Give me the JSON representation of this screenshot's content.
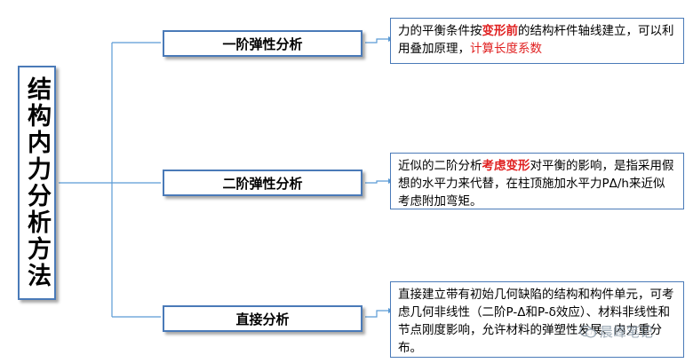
{
  "root": {
    "label": "结构内力分析方法"
  },
  "methods": [
    {
      "label": "一阶弹性分析"
    },
    {
      "label": "二阶弹性分析"
    },
    {
      "label": "直接分析"
    }
  ],
  "descriptions": [
    {
      "p1": "力的平衡条件按",
      "h1": "变形前",
      "p2": "的结构杆件轴线建立，可以利用叠加原理，",
      "h2": "计算长度系数"
    },
    {
      "p1": "近似的二阶分析",
      "h1": "考虑变形",
      "p2": "对平衡的影响，是指采用假想的水平力来代替，在柱顶施加水平力PΔ/h来近似考虑附加弯矩。"
    },
    {
      "text": "直接建立带有初始几何缺陷的结构和构件单元，可考虑几何非线性（二阶P-Δ和P-δ效应）、材料非线性和节点刚度影响，允许材料的弹塑性发展、内力重分布。"
    }
  ],
  "watermark": {
    "text": "晨峰笔记",
    "icon": "wechat-icon"
  },
  "colors": {
    "line": "#5b9bd5",
    "border": "#4a7ab8",
    "highlight": "#e02020"
  }
}
